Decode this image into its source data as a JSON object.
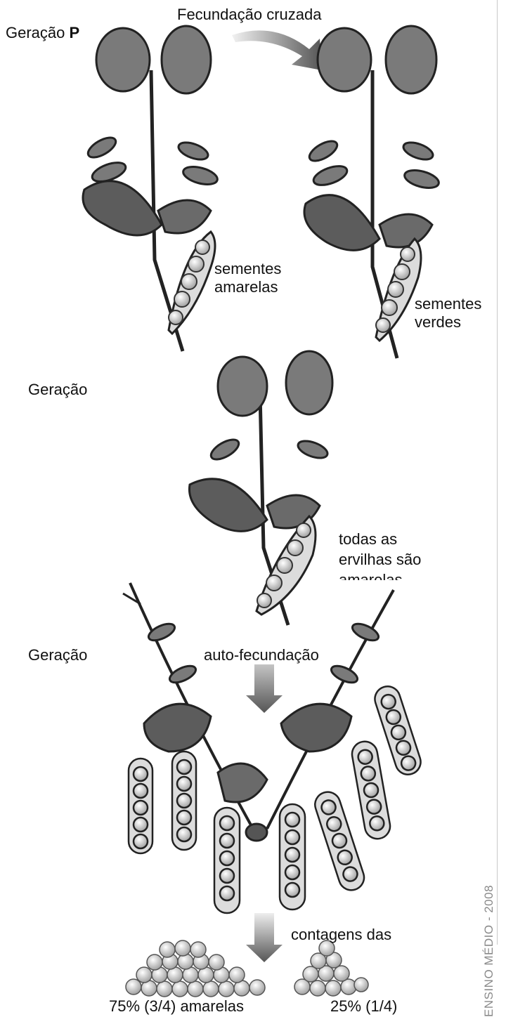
{
  "labels": {
    "title_cross": "Fecundação cruzada",
    "gen_p_prefix": "Geração ",
    "gen_p_letter": "P",
    "seeds_yellow_1": "sementes",
    "seeds_yellow_2": "amarelas",
    "seeds_green_1": "sementes",
    "seeds_green_2": "verdes",
    "gen_f1": "Geração",
    "all_yellow_1": "todas as",
    "all_yellow_2": "ervilhas são",
    "all_yellow_3": "amarelas",
    "gen_f2": "Geração",
    "self_fert": "auto-fecundação",
    "counts_1": "contagens das",
    "counts_2": "...",
    "result_yellow": "75% (3/4) amarelas",
    "result_green": "25% (1/4)",
    "side_footer": "ENSINO MÉDIO - 2008"
  }
}
